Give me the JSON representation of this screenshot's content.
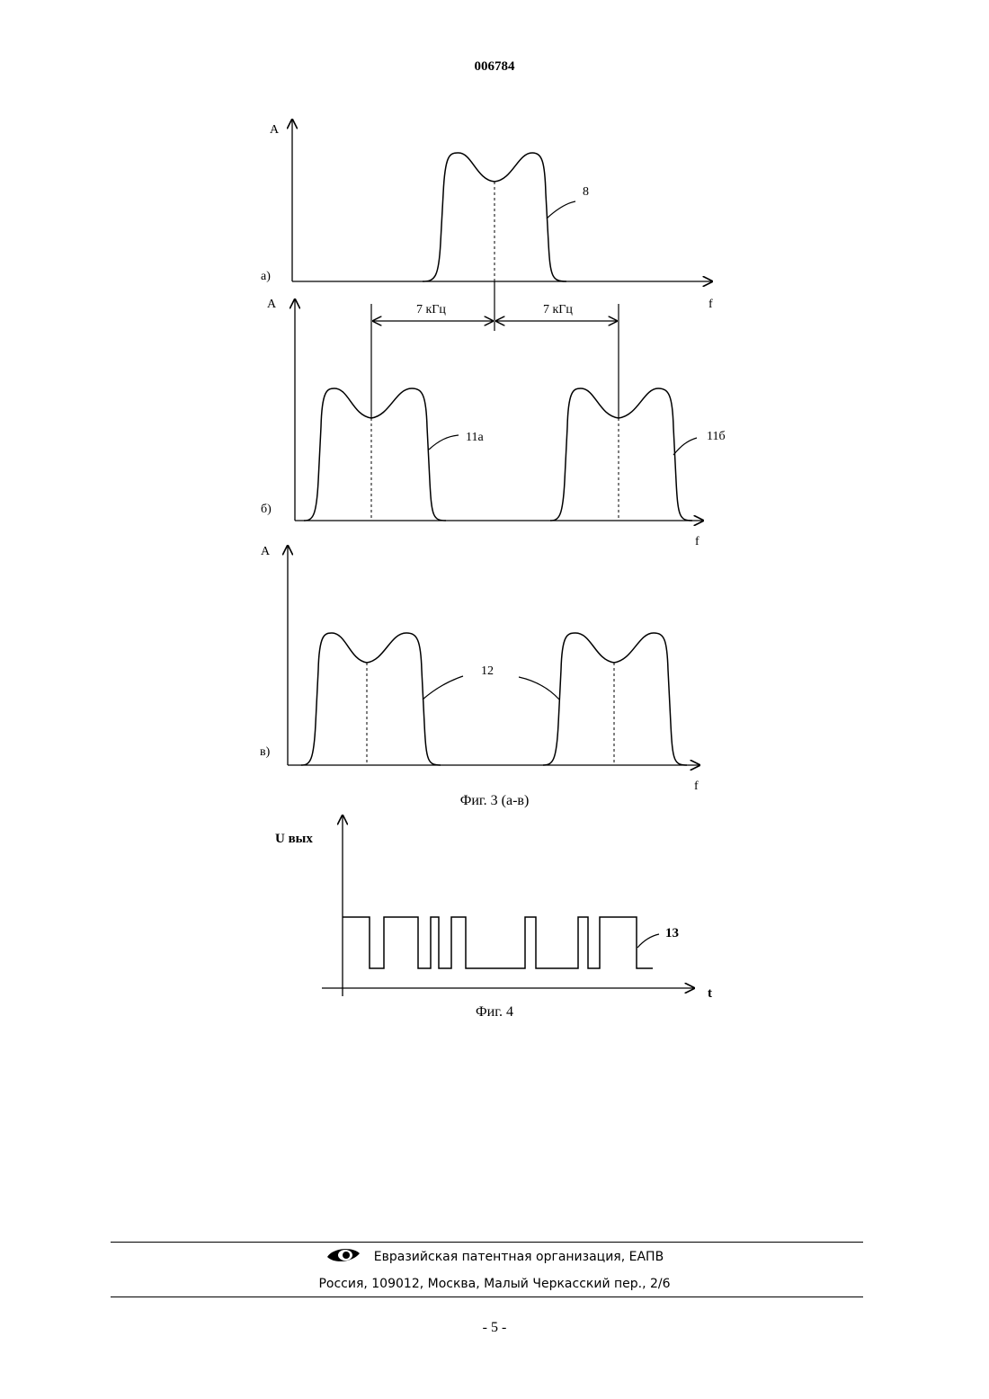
{
  "header": {
    "doc_number": "006784"
  },
  "fig3": {
    "panel_a": {
      "letter": "а)",
      "axis_y": "A",
      "axis_x": "f",
      "curve_ref": "8"
    },
    "panel_b": {
      "letter": "б)",
      "axis_y": "A",
      "axis_x": "f",
      "curve_ref_left": "11а",
      "curve_ref_right": "11б",
      "shift_left": "7 кГц",
      "shift_right": "7 кГц"
    },
    "panel_c": {
      "letter": "в)",
      "axis_y": "A",
      "axis_x": "f",
      "curve_ref": "12"
    },
    "caption": "Фиг. 3 (а-в)"
  },
  "fig4": {
    "axis_y": "U вых",
    "axis_x": "t",
    "curve_ref": "13",
    "caption": "Фиг. 4"
  },
  "footer": {
    "org_line": "Евразийская патентная организация, ЕАПВ",
    "address_line": "Россия, 109012, Москва, Малый Черкасский пер., 2/6",
    "page_number": "- 5 -"
  },
  "logo_icon": "eye-icon"
}
